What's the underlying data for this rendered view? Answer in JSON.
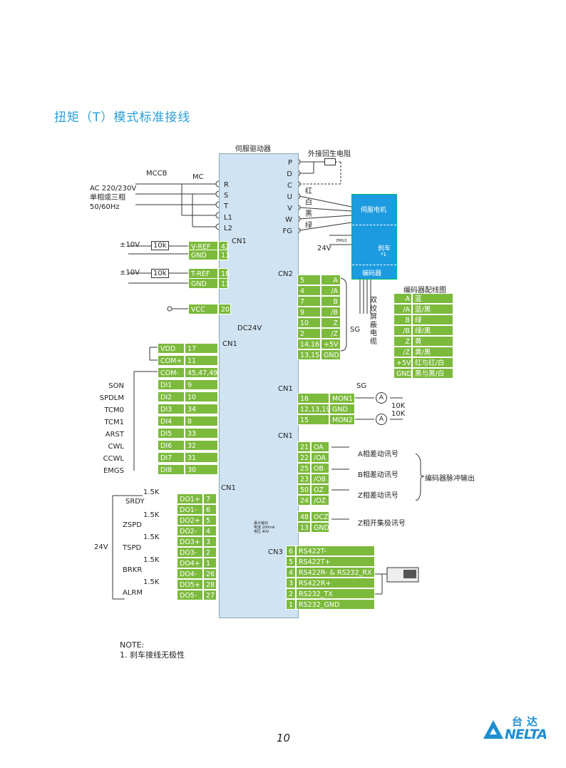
{
  "title": "扭矩（T）模式标准接线",
  "drive_label": "伺服驱动器",
  "regen_label": "外接回生电阻",
  "ac_lines": [
    "AC 220/230V",
    "单相或三相",
    "50/60Hz"
  ],
  "mccb": "MCCB",
  "mc": "MC",
  "power_pins": [
    "R",
    "S",
    "T",
    "L1",
    "L2"
  ],
  "right_pins": [
    "P",
    "D",
    "C",
    "U",
    "V",
    "W",
    "FG"
  ],
  "wire_colors": [
    "红",
    "白",
    "黑",
    "绿"
  ],
  "motor": {
    "name": "伺服电机",
    "brake": "刹车",
    "brake_note": "*1",
    "encoder": "编码器"
  },
  "brake_supply": "24V",
  "emgs_small": "EMGS",
  "cn_labels": {
    "cn1_top": "CN1",
    "cn2": "CN2",
    "cn1_mon": "CN1",
    "cn1_pulse": "CN1",
    "cn1_do": "CN1",
    "cn3": "CN3",
    "cn1_dc": "CN1"
  },
  "analog": [
    {
      "supply": "±10V",
      "res": "10k",
      "rows": [
        [
          "V-REF",
          "42"
        ],
        [
          "GND",
          "13"
        ]
      ]
    },
    {
      "supply": "±10V",
      "res": "10k",
      "rows": [
        [
          "T-REF",
          "18"
        ],
        [
          "GND",
          "13"
        ]
      ]
    }
  ],
  "vcc": [
    "VCC",
    "20"
  ],
  "dc24v": "DC24V",
  "di_rows": [
    [
      "VDD",
      "17"
    ],
    [
      "COM+",
      "11"
    ],
    [
      "COM-",
      "45,47,49"
    ],
    [
      "DI1",
      "9"
    ],
    [
      "DI2",
      "10"
    ],
    [
      "DI3",
      "34"
    ],
    [
      "DI4",
      "8"
    ],
    [
      "DI5",
      "33"
    ],
    [
      "DI6",
      "32"
    ],
    [
      "DI7",
      "31"
    ],
    [
      "DI8",
      "30"
    ]
  ],
  "di_signals": [
    "SON",
    "SPDLM",
    "TCM0",
    "TCM1",
    "ARST",
    "CWL",
    "CCWL",
    "EMGS"
  ],
  "do_rows": [
    [
      "DO1+",
      "7"
    ],
    [
      "DO1-",
      "6"
    ],
    [
      "DO2+",
      "5"
    ],
    [
      "DO2-",
      "4"
    ],
    [
      "DO3+",
      "3"
    ],
    [
      "DO3-",
      "2"
    ],
    [
      "DO4+",
      "1"
    ],
    [
      "DO4-",
      "26"
    ],
    [
      "DO5+",
      "28"
    ],
    [
      "DO5-",
      "27"
    ]
  ],
  "do_signals": [
    "SRDY",
    "ZSPD",
    "TSPD",
    "BRKR",
    "ALRM"
  ],
  "do_res": "1.5K",
  "do_supply": "24V",
  "cn2_rows": [
    [
      "5",
      "A"
    ],
    [
      "4",
      "/A"
    ],
    [
      "7",
      "B"
    ],
    [
      "9",
      "/B"
    ],
    [
      "10",
      "Z"
    ],
    [
      "2",
      "/Z"
    ],
    [
      "14,16",
      "+5V"
    ],
    [
      "13,15",
      "GND"
    ]
  ],
  "twisted": [
    "双",
    "绞",
    "屏",
    "蔽",
    "电",
    "缆"
  ],
  "sg": "SG",
  "enc_table": {
    "title": "编码器配线图",
    "rows": [
      [
        "A",
        "蓝"
      ],
      [
        "/A",
        "蓝/黑"
      ],
      [
        "B",
        "绿"
      ],
      [
        "/B",
        "绿/黑"
      ],
      [
        "Z",
        "黄"
      ],
      [
        "/Z",
        "黄/黑"
      ],
      [
        "+5V",
        "红与红/白"
      ],
      [
        "GND",
        "黑与黑/白"
      ]
    ]
  },
  "mon_rows": [
    [
      "16",
      "MON1"
    ],
    [
      "12,13,19",
      "GND"
    ],
    [
      "15",
      "MON2"
    ]
  ],
  "mon_res": "10K",
  "pulse_rows": [
    [
      "21",
      "OA"
    ],
    [
      "22",
      "/OA"
    ],
    [
      "25",
      "OB"
    ],
    [
      "23",
      "/OB"
    ],
    [
      "50",
      "OZ"
    ],
    [
      "24",
      "/OZ"
    ]
  ],
  "pulse_labels": [
    "A相差动讯号",
    "B相差动讯号",
    "Z相差动讯号"
  ],
  "pulse_group": "编码器脉冲输出",
  "ocz_rows": [
    [
      "48",
      "OCZ"
    ],
    [
      "13",
      "GND"
    ]
  ],
  "ocz_label": "Z相开集极讯号",
  "ocz_note": [
    "最大输出",
    "电流 200mA",
    "电压 40V"
  ],
  "cn3_rows": [
    [
      "6",
      "RS422T-"
    ],
    [
      "5",
      "RS422T+"
    ],
    [
      "4",
      "RS422R- & RS232_RX"
    ],
    [
      "3",
      "RS422R+"
    ],
    [
      "2",
      "RS232_TX"
    ],
    [
      "1",
      "RS232_GND"
    ]
  ],
  "note_title": "NOTE:",
  "note_line": "1. 刹车接线无极性",
  "page_number": "10",
  "logo_cn": "台达",
  "logo_en": "NELTA",
  "colors": {
    "green": "#7cba3c",
    "blue": "#1d9be0",
    "drive": "#cfe3f3",
    "title": "#2a9fd6"
  }
}
